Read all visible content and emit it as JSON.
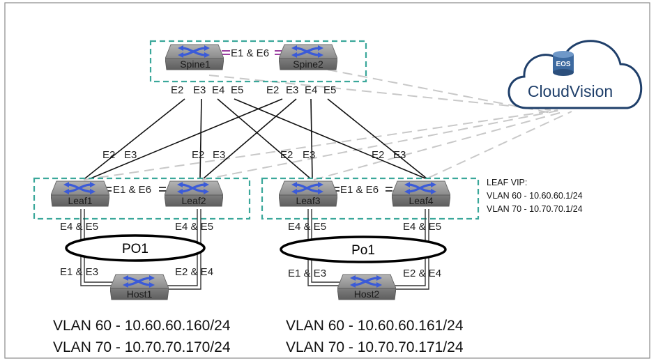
{
  "devices": {
    "spine1": "Spine1",
    "spine2": "Spine2",
    "leaf1": "Leaf1",
    "leaf2": "Leaf2",
    "leaf3": "Leaf3",
    "leaf4": "Leaf4",
    "host1": "Host1",
    "host2": "Host2"
  },
  "peer_links": {
    "spine": "E1 & E6",
    "leaf12": "E1 & E6",
    "leaf34": "E1 & E6"
  },
  "ports": {
    "spine1_e2": "E2",
    "spine1_e3": "E3",
    "spine1_e4": "E4",
    "spine1_e5": "E5",
    "spine2_e2": "E2",
    "spine2_e3": "E3",
    "spine2_e4": "E4",
    "spine2_e5": "E5",
    "leaf1_e2": "E2",
    "leaf1_e3": "E3",
    "leaf2_e2": "E2",
    "leaf2_e3": "E3",
    "leaf3_e2": "E2",
    "leaf3_e3": "E3",
    "leaf4_e2": "E2",
    "leaf4_e3": "E3",
    "leaf1_down": "E4 & E5",
    "leaf2_down": "E4 & E5",
    "leaf3_down": "E4 & E5",
    "leaf4_down": "E4 & E5",
    "host1_left": "E1 & E3",
    "host1_right": "E2 & E4",
    "host2_left": "E1 & E3",
    "host2_right": "E2 & E4"
  },
  "port_channels": {
    "left": "PO1",
    "right": "Po1"
  },
  "cloud": {
    "badge": "EOS",
    "name": "CloudVision"
  },
  "leaf_vip": {
    "title": "LEAF VIP:",
    "vlan60": "VLAN 60 - 10.60.60.1/24",
    "vlan70": "VLAN 70 - 10.70.70.1/24"
  },
  "host1_addrs": {
    "vlan60": "VLAN 60 - 10.60.60.160/24",
    "vlan70": "VLAN 70 - 10.70.70.170/24"
  },
  "host2_addrs": {
    "vlan60": "VLAN 60 - 10.60.60.161/24",
    "vlan70": "VLAN 70 - 10.70.70.171/24"
  },
  "colors": {
    "dashed_box": "#3aa79a",
    "switch_body": "#8f8f8f",
    "switch_arrows": "#3b5bd8",
    "cloud_text": "#1f3f6a",
    "peer_link": "#9b3fa0",
    "mgmt_line": "#c8c8c8"
  }
}
